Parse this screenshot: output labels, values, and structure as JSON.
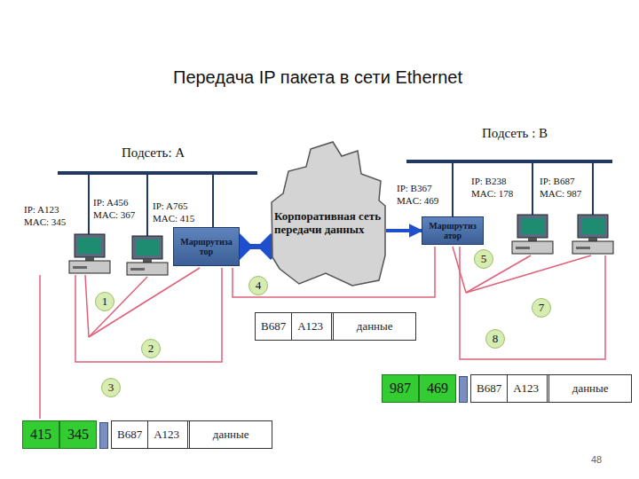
{
  "diagram": {
    "title": "Передача IP пакета в сети Ethernet",
    "nodes": [
      {
        "text": [
          "Маршрутиза тор"
        ]
      },
      {
        "text": [
          "Корпоративная сеть передачи данных"
        ]
      },
      {
        "text": [
          "Маршрутиз атор"
        ]
      },
      {
        "text": [
          "B687",
          "A123",
          "данные"
        ]
      },
      {
        "text": [
          "987",
          "469"
        ]
      },
      {
        "text": [
          "B687",
          "A123",
          "данные"
        ],
        "in": 4
      },
      {
        "text": [
          "415",
          "345"
        ]
      },
      {
        "text": [
          "B687",
          "A123",
          "данные"
        ],
        "in": 6
      },
      {
        "text": [
          "1"
        ]
      },
      {
        "text": [
          "2"
        ]
      },
      {
        "text": [
          "3"
        ]
      },
      {
        "text": [
          "4"
        ]
      },
      {
        "text": [
          "5"
        ]
      },
      {
        "text": [
          "7"
        ]
      },
      {
        "text": [
          "8"
        ]
      }
    ],
    "edges": [
      {
        "from": 0,
        "to": 1,
        "arrow": "both"
      },
      {
        "from": 1,
        "to": 2,
        "arrow": "to"
      }
    ],
    "labels": [
      "Подсеть: А",
      "Подсеть : В",
      "IP: A123",
      "MAC: 345",
      "IP: A456",
      "MAC: 367",
      "IP: A765",
      "MAC: 415",
      "IP: B367",
      "MAC: 469",
      "IP: B238",
      "MAC: 178",
      "IP: B687",
      "MAC: 987",
      "48"
    ]
  }
}
